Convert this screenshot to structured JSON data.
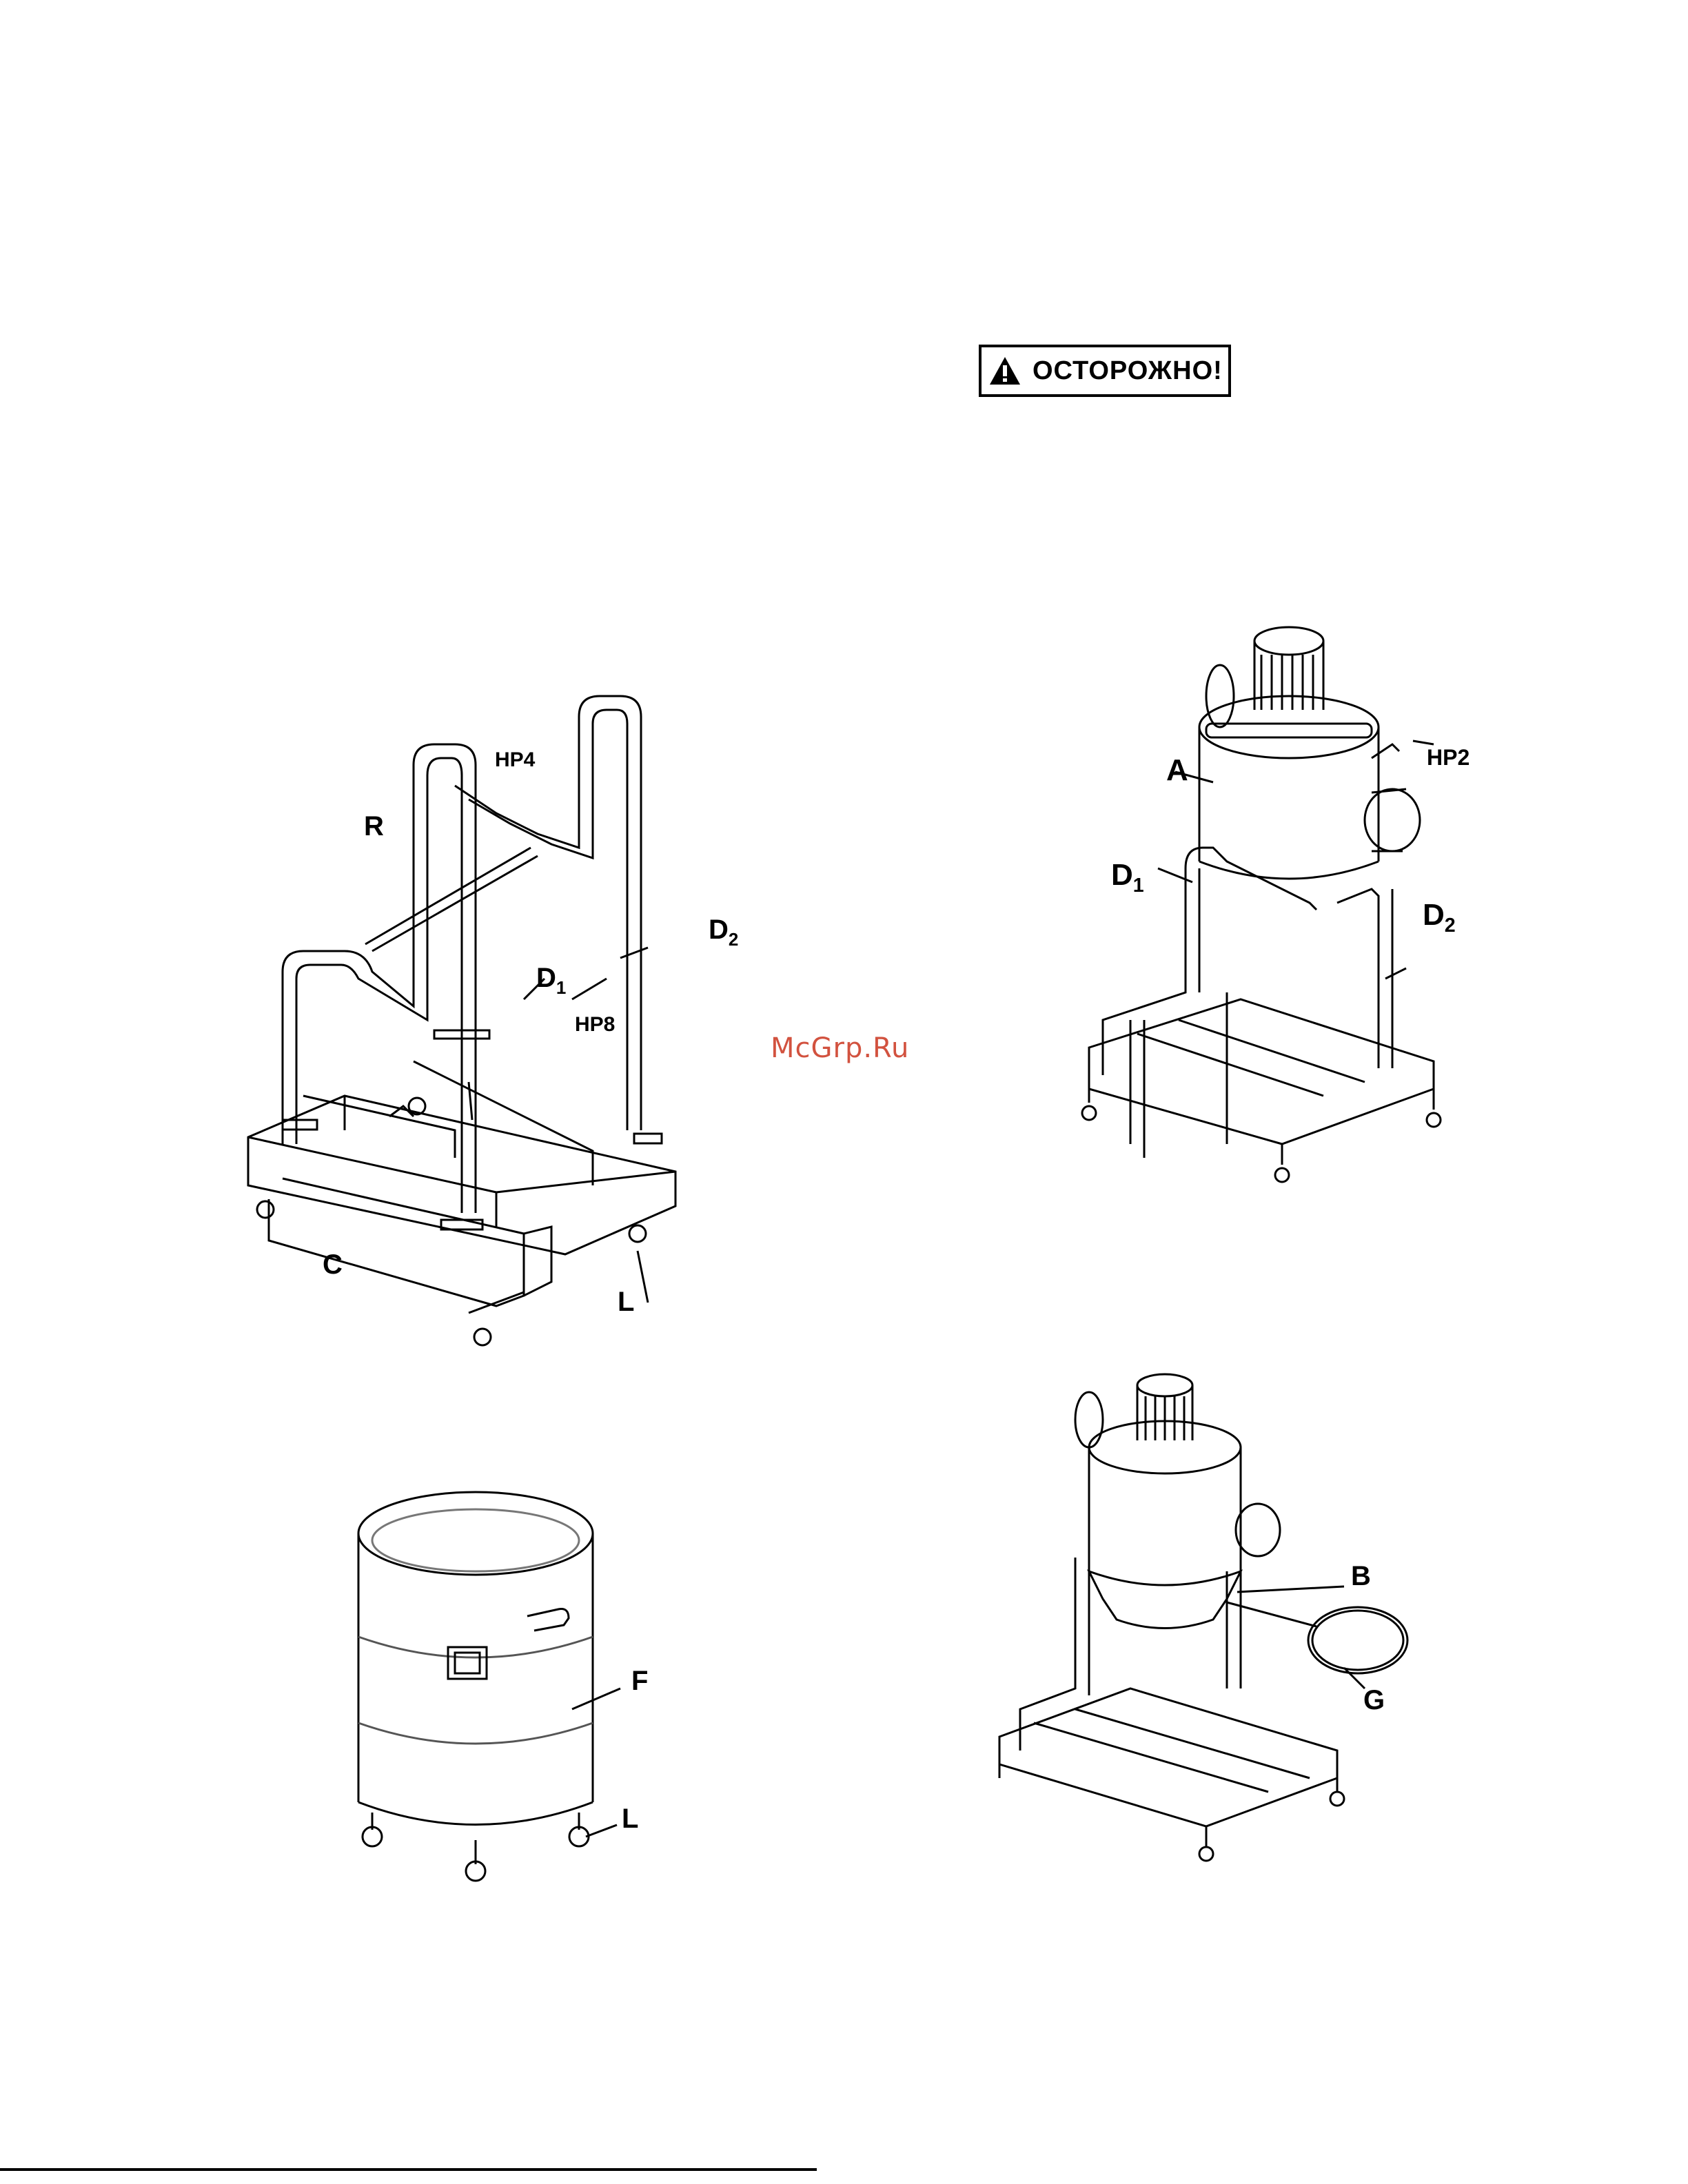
{
  "warning": {
    "label": "ОСТОРОЖНО!",
    "icon": "warning-triangle-icon"
  },
  "watermark": {
    "text": "McGrp.Ru",
    "color": "#d2523f"
  },
  "figure_frame": {
    "labels": {
      "r": "R",
      "hp4": "HP4",
      "d1": "D",
      "d1_sub": "1",
      "d2": "D",
      "d2_sub": "2",
      "hp8": "HP8",
      "c": "C",
      "l": "L"
    }
  },
  "figure_motor": {
    "labels": {
      "a": "A",
      "hp2": "HP2",
      "d1": "D",
      "d1_sub": "1",
      "d2": "D",
      "d2_sub": "2"
    }
  },
  "figure_drum": {
    "labels": {
      "f": "F",
      "l": "L"
    }
  },
  "figure_ring": {
    "labels": {
      "b": "B",
      "g": "G"
    }
  }
}
